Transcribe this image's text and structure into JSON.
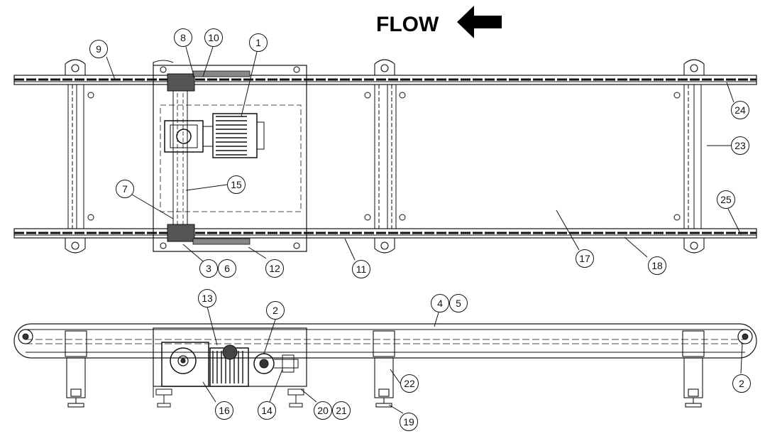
{
  "diagram": {
    "title": "FLOW",
    "stroke_color": "#111111",
    "background_color": "#ffffff",
    "callouts": {
      "n1": "1",
      "n2a": "2",
      "n2b": "2",
      "n3": "3",
      "n4": "4",
      "n5": "5",
      "n6": "6",
      "n7": "7",
      "n8": "8",
      "n9": "9",
      "n10": "10",
      "n11": "11",
      "n12": "12",
      "n13": "13",
      "n14": "14",
      "n15": "15",
      "n16": "16",
      "n17": "17",
      "n18": "18",
      "n19": "19",
      "n20": "20",
      "n21": "21",
      "n22": "22",
      "n23": "23",
      "n24": "24",
      "n25": "25"
    }
  }
}
